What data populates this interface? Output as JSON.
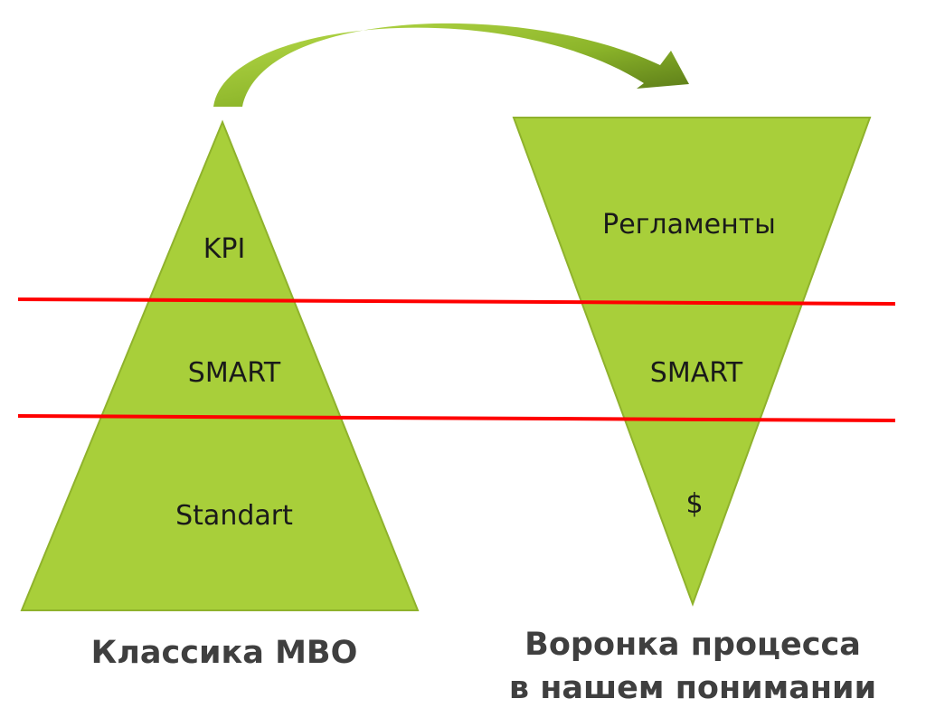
{
  "colors": {
    "shape_fill": "#a8cf3a",
    "shape_stroke": "#8fb22c",
    "divider_line": "#ff0000",
    "arrow_light": "#a8cf3a",
    "arrow_dark": "#4f6d14",
    "caption_text": "#3f3f3f"
  },
  "pyramid": {
    "levels": [
      "KPI",
      "SMART",
      "Standart"
    ],
    "caption": "Классика МВО"
  },
  "funnel": {
    "levels": [
      "Регламенты",
      "SMART",
      "$"
    ],
    "caption_line1": "Воронка процесса",
    "caption_line2": "в нашем понимании"
  },
  "arrow": {
    "from": "pyramid",
    "to": "funnel",
    "icon": "curved-arrow-icon"
  }
}
